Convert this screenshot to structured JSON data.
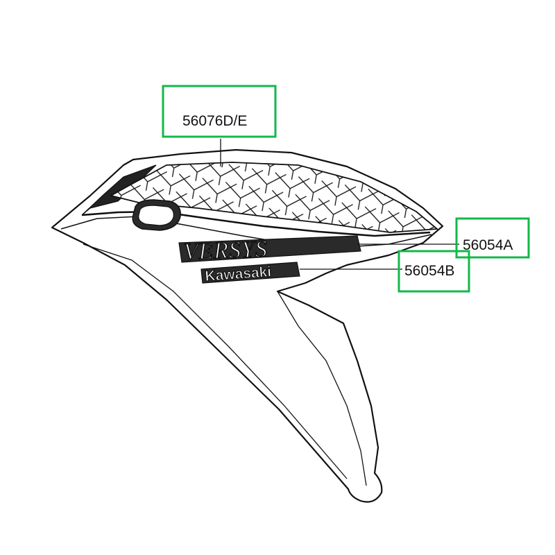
{
  "diagram": {
    "part_numbers": {
      "top_decal": "56076D/E",
      "versys_emblem": "56054A",
      "kawasaki_emblem": "56054B"
    },
    "emblem_text": {
      "versys": "VERSYS",
      "kawasaki": "Kawasaki"
    },
    "colors": {
      "highlight_box": "#12b84a",
      "line": "#111111",
      "background": "#ffffff"
    }
  }
}
